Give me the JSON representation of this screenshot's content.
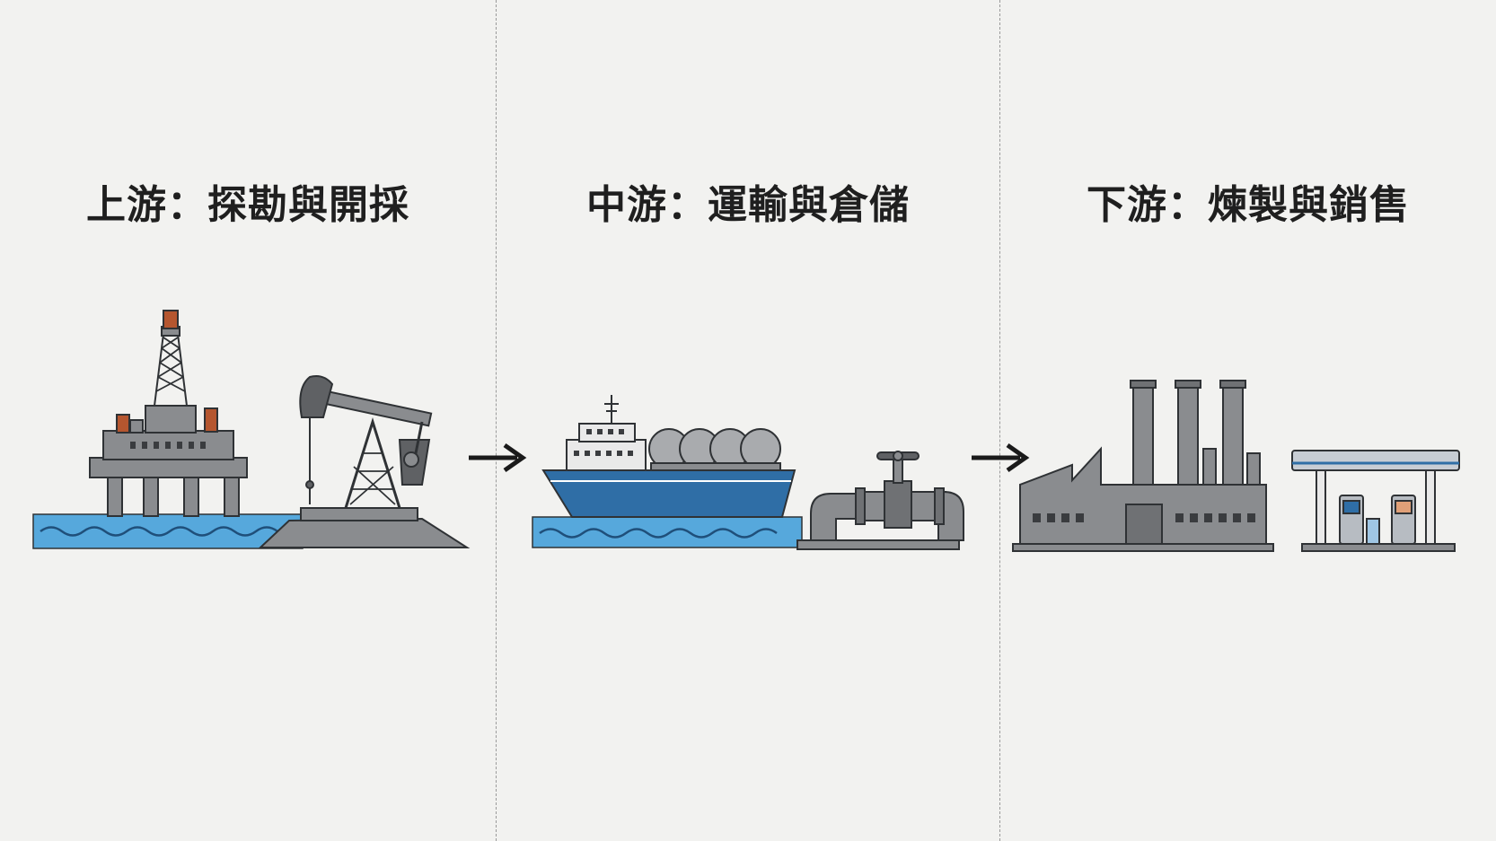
{
  "stages": [
    {
      "title": "上游：探勘與開採"
    },
    {
      "title": "中游：運輸與倉儲"
    },
    {
      "title": "下游：煉製與銷售"
    }
  ],
  "colors": {
    "background": "#f2f2f0",
    "steel": "#8a8c8f",
    "steel_dark": "#5f6164",
    "outline": "#2f3235",
    "water": "#56a8dc",
    "ship_hull": "#2f6ea6",
    "rust": "#b5562f",
    "pump_orange": "#e0a078"
  }
}
